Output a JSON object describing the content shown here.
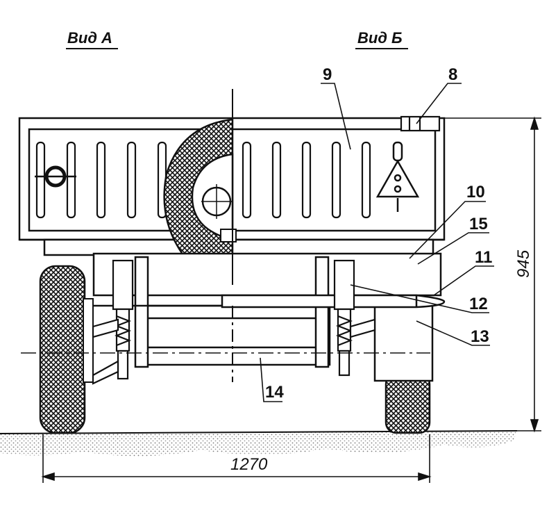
{
  "views": {
    "left_title": "Вид А",
    "right_title": "Вид Б"
  },
  "callouts": [
    "9",
    "8",
    "10",
    "15",
    "11",
    "12",
    "13",
    "14"
  ],
  "dimensions": {
    "width": "1270",
    "height": "945"
  },
  "colors": {
    "ink": "#111111",
    "paper": "#ffffff",
    "ground": "#9a9a9a"
  }
}
